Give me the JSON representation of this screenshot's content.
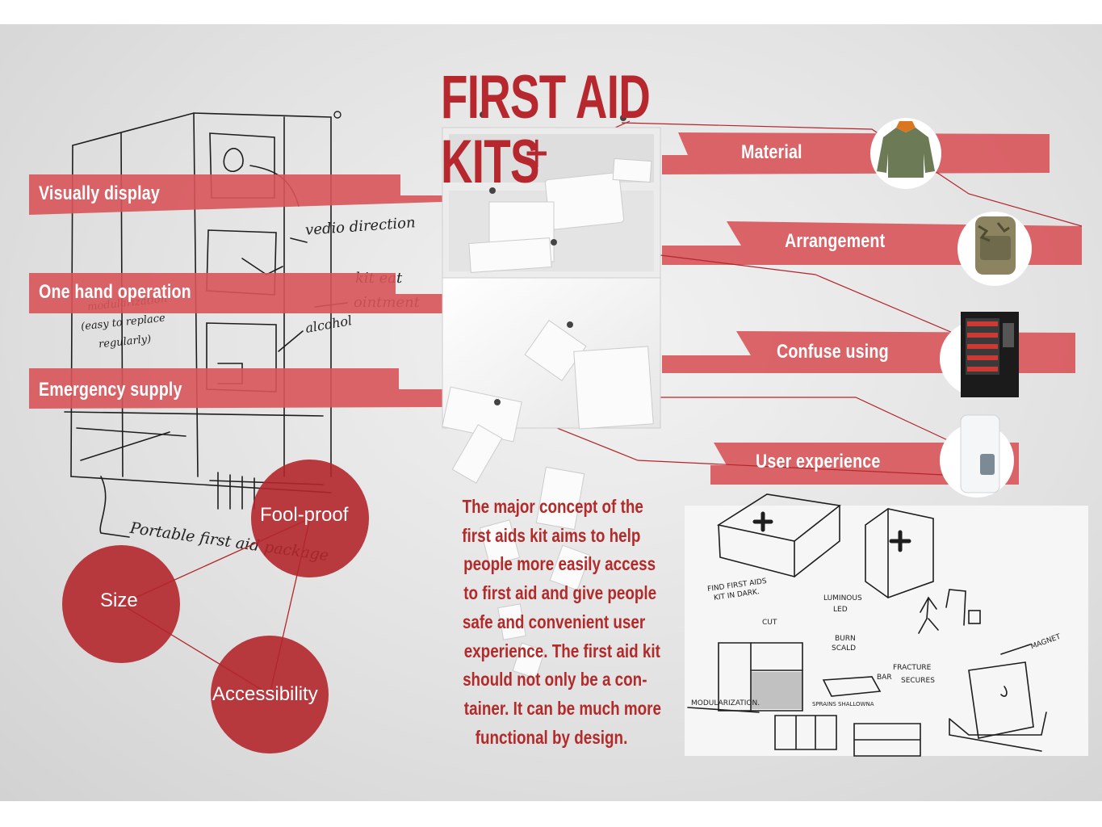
{
  "title": {
    "line1": "FIRST AID",
    "line2": "KITS",
    "plus": "+"
  },
  "left_banners": [
    {
      "label": "Visually display"
    },
    {
      "label": "One hand operation"
    },
    {
      "label": "Emergency supply"
    }
  ],
  "right_banners": [
    {
      "label": "Material",
      "image": "jacket-icon"
    },
    {
      "label": "Arrangement",
      "image": "backpack-icon"
    },
    {
      "label": "Confuse using",
      "image": "vending-machine-icon"
    },
    {
      "label": "User experience",
      "image": "soap-dispenser-icon"
    }
  ],
  "circles": [
    {
      "label": "Fool-proof"
    },
    {
      "label": "Size"
    },
    {
      "label": "Accessibility"
    }
  ],
  "description_lines": [
    "The major concept of the",
    "first aids kit aims to help",
    "people more easily access",
    "to first aid and give people",
    "safe and convenient user",
    "experience.  The first aid kit",
    "should not only be a con-",
    "tainer. It can be much more",
    "functional by design."
  ],
  "left_sketch_notes": {
    "video_direction": "vedio direction",
    "kit_eat": "kit eat",
    "ointment": "ointment",
    "alcohol": "alcohol",
    "modularization": "modularization",
    "easy_to_replace": "(easy to replace",
    "regularly": "regularly)",
    "portable": "Portable first aid package"
  },
  "right_sketch_notes": {
    "find": "FIND FIRST AIDS",
    "kit_dark": "KIT IN DARK.",
    "luminous": "LUMINOUS",
    "led": "LED",
    "cut": "CUT",
    "burn": "BURN",
    "scald": "SCALD",
    "fracture": "FRACTURE",
    "bar": "BAR",
    "secures": "SECURES",
    "magnet": "MAGNET",
    "modularization": "MODULARIZATION.",
    "sprains": "SPRAINS  SHALLOWNA"
  },
  "colors": {
    "accent": "#c9403f",
    "banner": "#d8545a",
    "circle": "#b3262b",
    "text_red": "#b22a2a"
  }
}
